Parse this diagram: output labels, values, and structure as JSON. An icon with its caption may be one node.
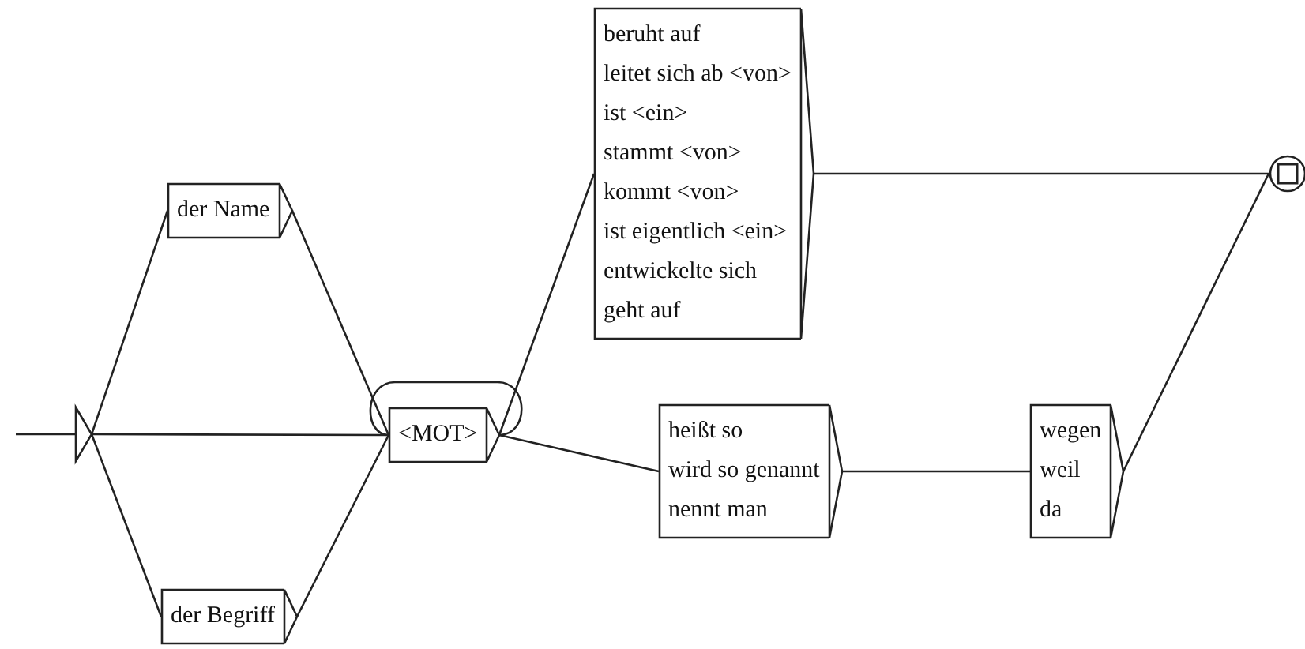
{
  "diagram": {
    "nodes": [
      {
        "text": [],
        "shape": "triangle"
      },
      {
        "text": [
          "der Name"
        ]
      },
      {
        "text": [
          "der Begriff"
        ]
      },
      {
        "text": [
          "<MOT>"
        ]
      },
      {
        "text": [
          "beruht auf",
          "leitet sich ab <von>",
          "ist <ein>",
          "stammt <von>",
          "kommt <von>",
          "ist eigentlich <ein>",
          "entwickelte sich",
          "geht auf"
        ]
      },
      {
        "text": [
          "heißt so",
          "wird so genannt",
          "nennt man"
        ]
      },
      {
        "text": [
          "wegen",
          "weil",
          "da"
        ]
      },
      {
        "text": [],
        "shape": "circle"
      }
    ],
    "edges": [
      {
        "from": 0,
        "to": 1,
        "arrow": "none"
      },
      {
        "from": 0,
        "to": 3,
        "arrow": "none"
      },
      {
        "from": 0,
        "to": 2,
        "arrow": "none"
      },
      {
        "from": 1,
        "to": 3,
        "arrow": "none"
      },
      {
        "from": 2,
        "to": 3,
        "arrow": "none"
      },
      {
        "from": 3,
        "to": 3,
        "arrow": "none"
      },
      {
        "from": 3,
        "to": 4,
        "arrow": "none"
      },
      {
        "from": 3,
        "to": 5,
        "arrow": "none"
      },
      {
        "from": 4,
        "to": 7,
        "arrow": "none"
      },
      {
        "from": 5,
        "to": 6,
        "arrow": "none"
      },
      {
        "from": 6,
        "to": 7,
        "arrow": "none"
      }
    ]
  }
}
